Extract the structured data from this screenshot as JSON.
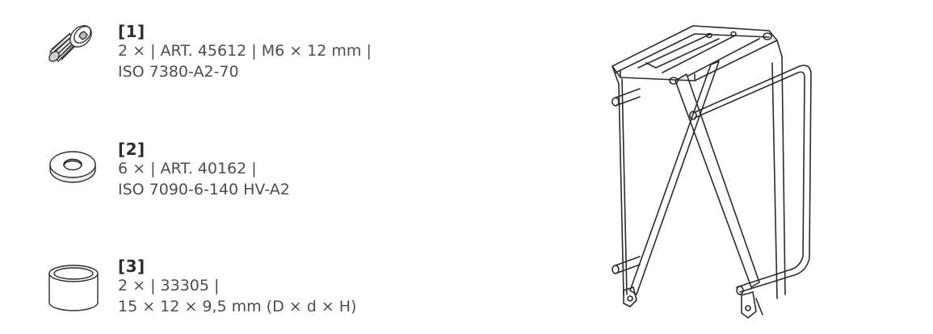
{
  "parts": [
    {
      "ref": "[1]",
      "line1": "2 × | ART. 45612 | M6 × 12 mm |",
      "line2": "ISO 7380-A2-70",
      "icon": "button-head-screw-icon"
    },
    {
      "ref": "[2]",
      "line1": "6 × | ART. 40162 |",
      "line2": "ISO 7090-6-140 HV-A2",
      "icon": "washer-icon"
    },
    {
      "ref": "[3]",
      "line1": "2 × | 33305 |",
      "line2": "15 × 12 × 9,5 mm (D × d × H)",
      "icon": "spacer-sleeve-icon"
    }
  ],
  "illustration": "rear-rack-illustration",
  "colors": {
    "text": "#4d4d4d",
    "heading": "#2e2e2e",
    "stroke": "#2b2b2b"
  }
}
